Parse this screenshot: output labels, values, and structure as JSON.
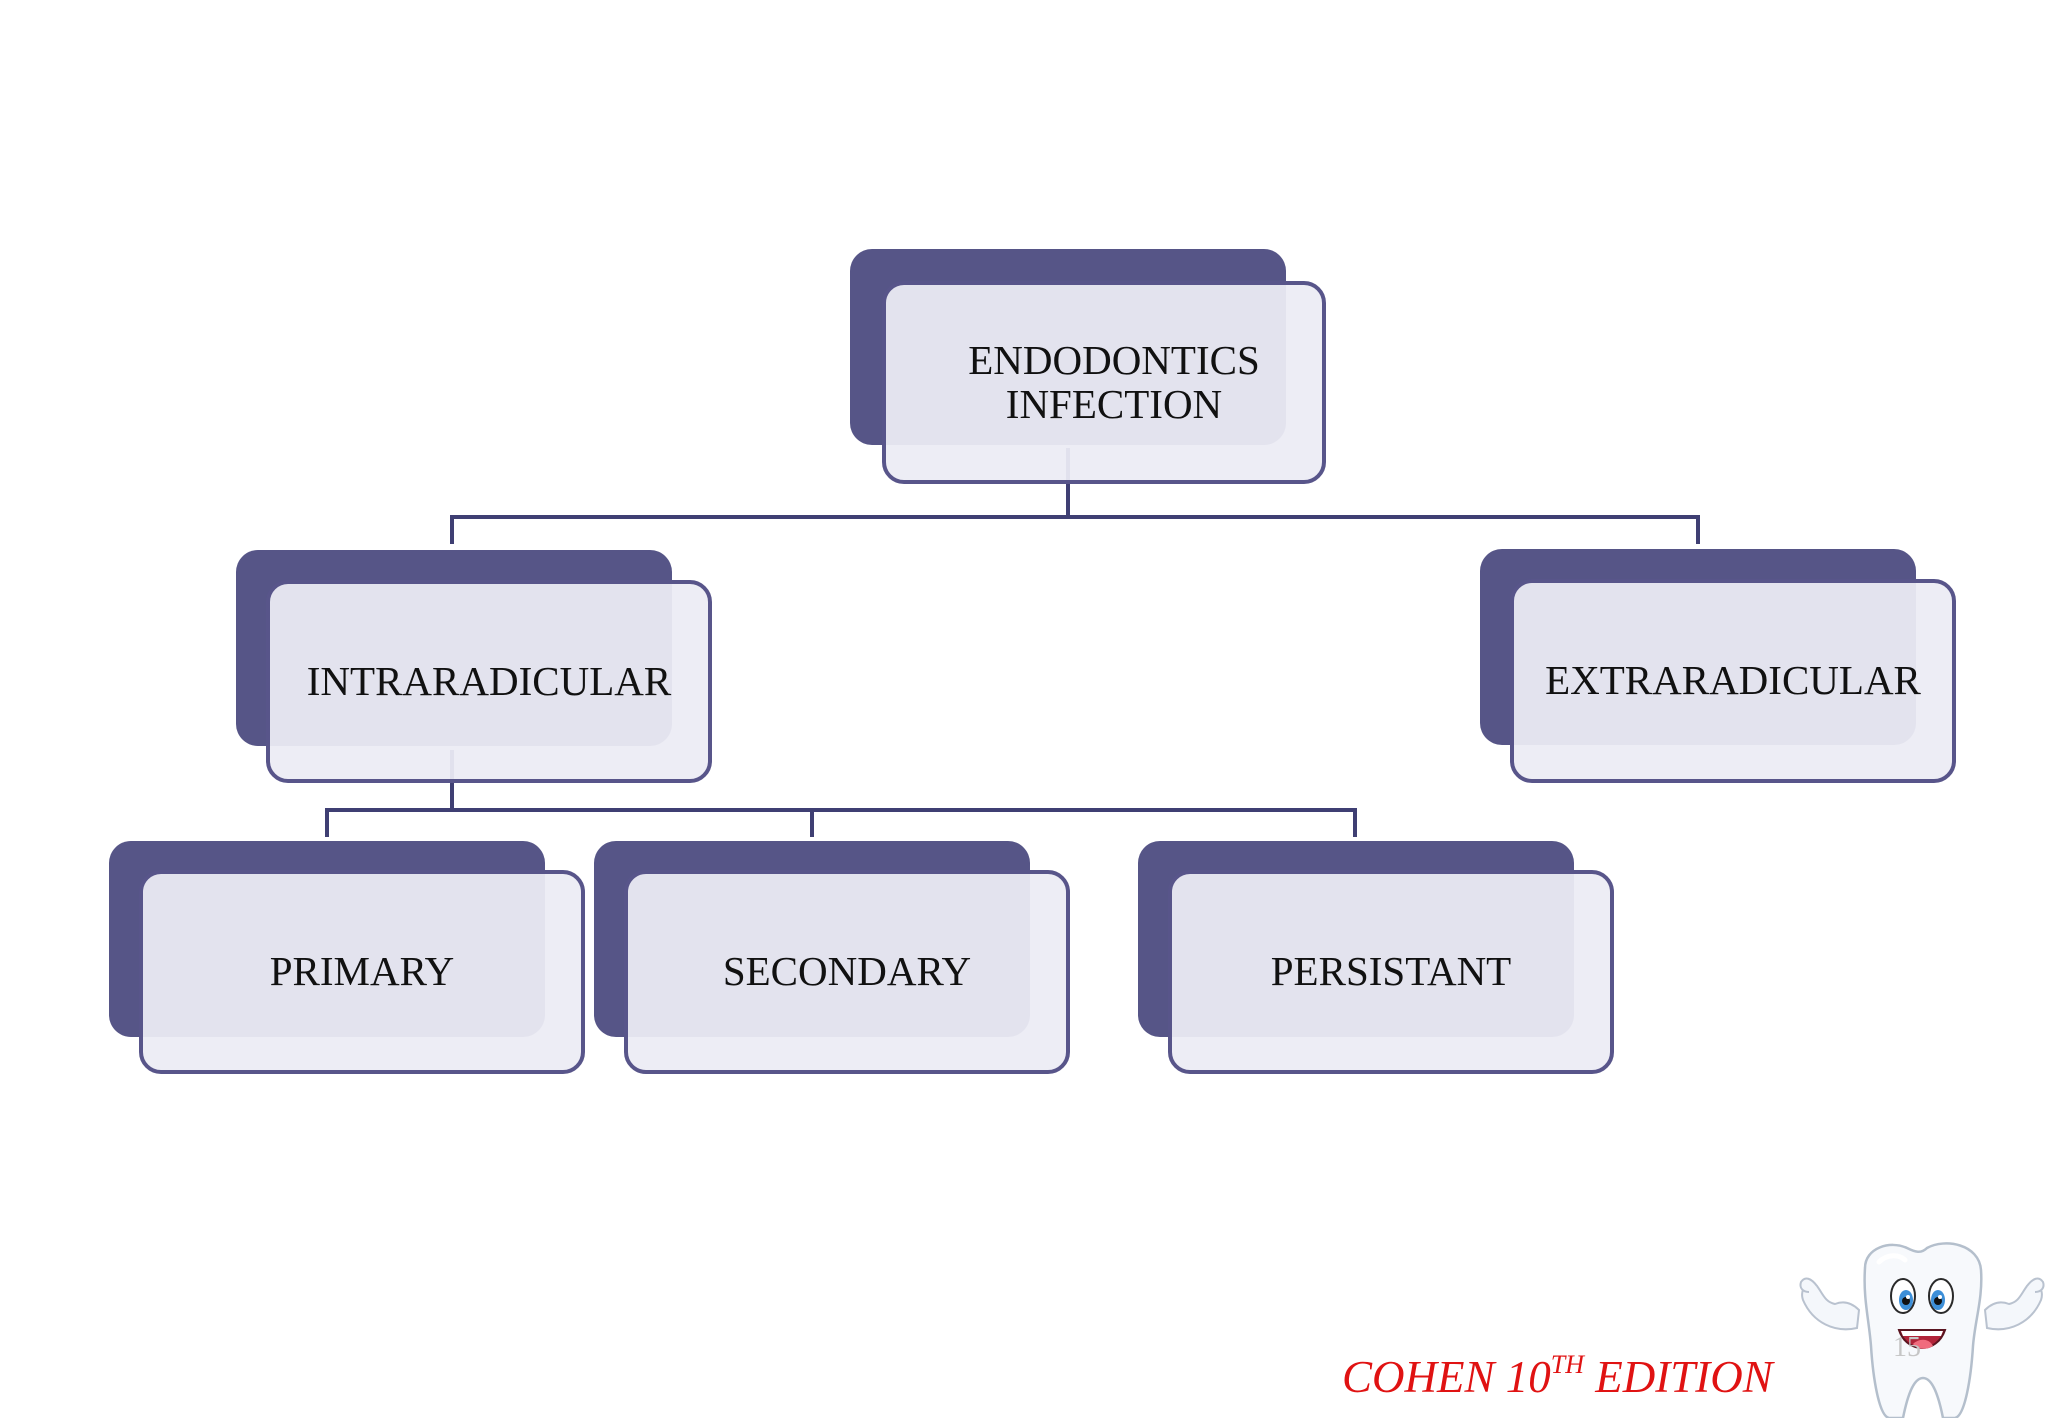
{
  "nodes": {
    "root": {
      "line1": "ENDODONTICS",
      "line2": "INFECTION"
    },
    "intraradicular": {
      "label": "INTRARADICULAR"
    },
    "extraradicular": {
      "label": "EXTRARADICULAR"
    },
    "primary": {
      "label": "PRIMARY"
    },
    "secondary": {
      "label": "SECONDARY"
    },
    "persistant": {
      "label": "PERSISTANT"
    }
  },
  "footer": {
    "citation_prefix": "COHEN 10",
    "citation_sup": "TH",
    "citation_suffix": " EDITION",
    "page_number": "15"
  },
  "colors": {
    "box_back": "#565587",
    "box_border": "#58558a",
    "box_fill": "#ececf4",
    "connector": "#3f3f73",
    "citation": "#e01212"
  },
  "icons": {
    "mascot": "tooth-mascot-icon"
  }
}
